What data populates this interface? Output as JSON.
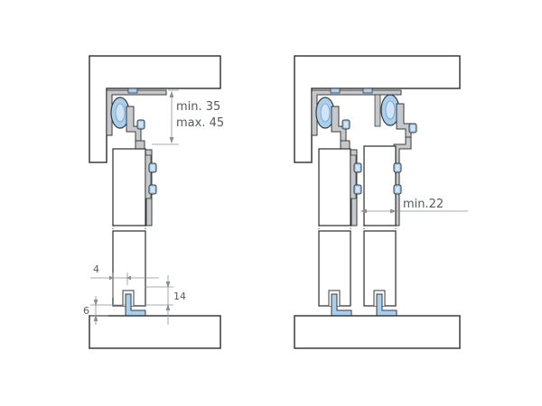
{
  "labels": {
    "min_height": "min. 35",
    "max_height": "max. 45",
    "min_gap": "min.22",
    "dim_4": "4",
    "dim_14": "14",
    "dim_6": "6"
  },
  "colors": {
    "outline": "#3a3a3a",
    "dimension": "#8a8f96",
    "hardware_blue": "#a9cfee",
    "hardware_blue_dark": "#6f9cc4",
    "hardware_grey": "#c5c9ce"
  },
  "icons": {
    "roller": "roller-carriage-icon",
    "bolt": "bolt-icon",
    "guide": "floor-guide-icon"
  }
}
